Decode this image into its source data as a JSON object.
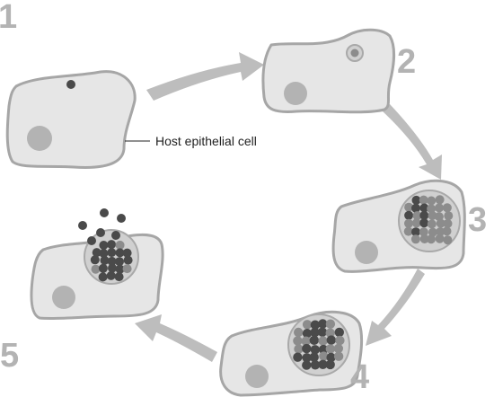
{
  "diagram": {
    "steps": [
      "1",
      "2",
      "3",
      "4",
      "5"
    ],
    "callout": "Host epithelial cell",
    "colors": {
      "cell_fill": "#e6e6e6",
      "cell_outline": "#a6a6a6",
      "nucleus": "#b3b3b3",
      "arrow": "#bdbdbd",
      "step_number": "#b3b3b3",
      "body_light": "#8c8c8c",
      "body_dark": "#4a4a4a"
    }
  }
}
